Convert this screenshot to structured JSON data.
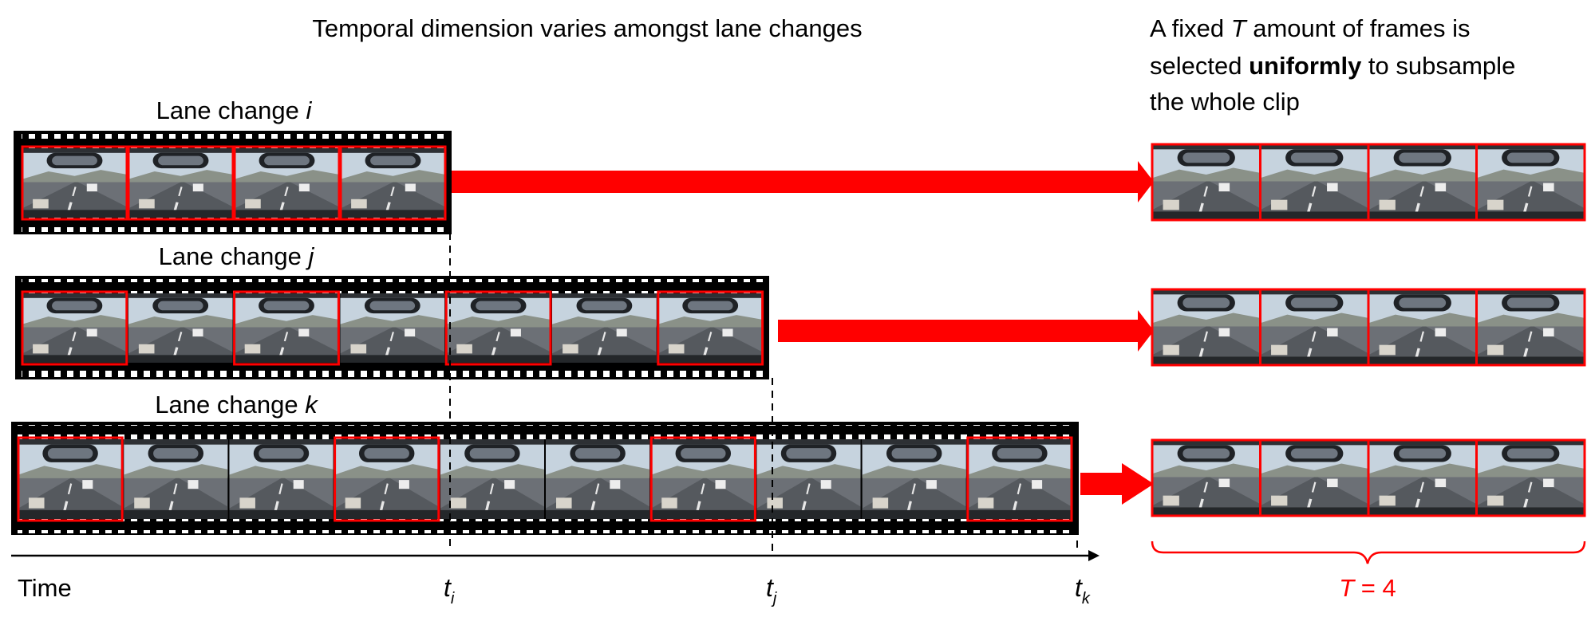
{
  "header": {
    "left_title": "Temporal dimension varies amongst lane changes",
    "right_line1_pre": "A fixed ",
    "right_line1_var": "T",
    "right_line1_post": " amount of frames is",
    "right_line2_pre": "selected ",
    "right_line2_bold": "uniformly",
    "right_line2_post": " to subsample",
    "right_line3": "the whole clip"
  },
  "clips": [
    {
      "label_prefix": "Lane change ",
      "label_var": "i",
      "frame_count": 4,
      "selected": [
        0,
        1,
        2,
        3
      ]
    },
    {
      "label_prefix": "Lane change ",
      "label_var": "j",
      "frame_count": 7,
      "selected": [
        0,
        2,
        4,
        6
      ]
    },
    {
      "label_prefix": "Lane change ",
      "label_var": "k",
      "frame_count": 10,
      "selected": [
        0,
        3,
        6,
        9
      ]
    }
  ],
  "output_frames_per_row": 4,
  "timeline": {
    "label": "Time",
    "ticks": [
      {
        "base": "t",
        "sub": "i"
      },
      {
        "base": "t",
        "sub": "j"
      },
      {
        "base": "t",
        "sub": "k"
      }
    ]
  },
  "brace_label": {
    "var": "T",
    "text": " = 4"
  },
  "colors": {
    "accent": "#ff0000",
    "film": "#000000",
    "sky": "#c4d2de",
    "road": "#6e7278"
  }
}
